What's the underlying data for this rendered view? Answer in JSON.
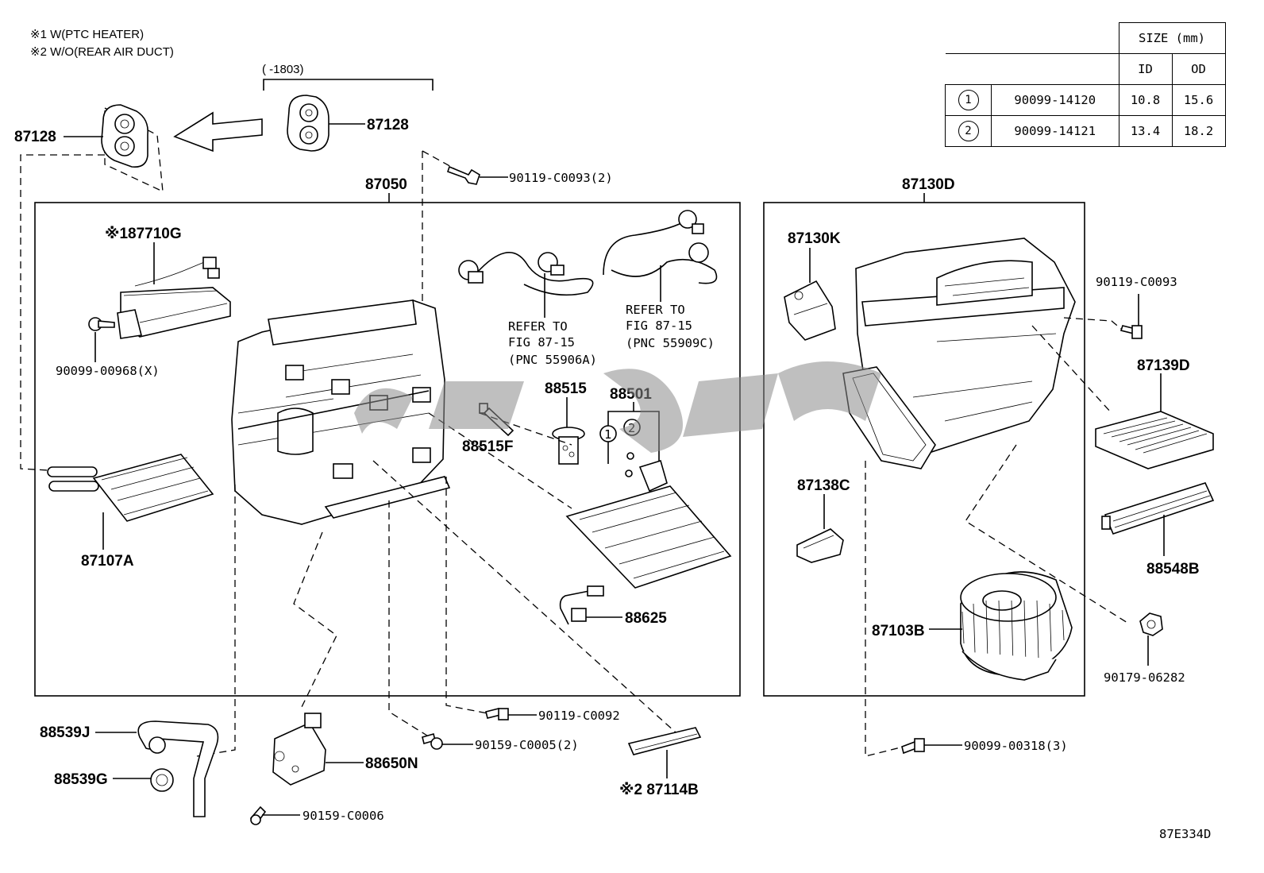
{
  "notes": {
    "note1": "※1 W(PTC HEATER)",
    "note2": "※2 W/O(REAR AIR DUCT)",
    "range": "(      -1803)",
    "diagram_code": "87E334D"
  },
  "size_table": {
    "header": "SIZE (mm)",
    "col_id": "ID",
    "col_od": "OD",
    "rows": [
      {
        "mark": "1",
        "part": "90099-14120",
        "id": "10.8",
        "od": "15.6"
      },
      {
        "mark": "2",
        "part": "90099-14121",
        "id": "13.4",
        "od": "18.2"
      }
    ]
  },
  "labels": {
    "p87128_left": "87128",
    "p87128_right": "87128",
    "p90119_C0093_2": "90119-C0093(2)",
    "p87050": "87050",
    "p87710G": "※187710G",
    "p90099_00968X": "90099-00968(X)",
    "p87107A": "87107A",
    "refer1_a": "REFER TO",
    "refer1_b": "FIG 87-15",
    "refer1_c": "(PNC 55906A)",
    "refer2_a": "REFER TO",
    "refer2_b": "FIG 87-15",
    "refer2_c": "(PNC 55909C)",
    "p88515": "88515",
    "p88515F": "88515F",
    "p88501": "88501",
    "p88501_mark1": "1",
    "p88501_mark2": "2",
    "p88625": "88625",
    "p88539J": "88539J",
    "p88539G": "88539G",
    "p88650N": "88650N",
    "p90159_C0006": "90159-C0006",
    "p90119_C0092": "90119-C0092",
    "p90159_C0005_2": "90159-C0005(2)",
    "p87114B": "※2 87114B",
    "p87130D": "87130D",
    "p87130K": "87130K",
    "p90119_C0093": "90119-C0093",
    "p87139D": "87139D",
    "p87138C": "87138C",
    "p88548B": "88548B",
    "p87103B": "87103B",
    "p90179_06282": "90179-06282",
    "p90099_00318_3": "90099-00318(3)"
  }
}
